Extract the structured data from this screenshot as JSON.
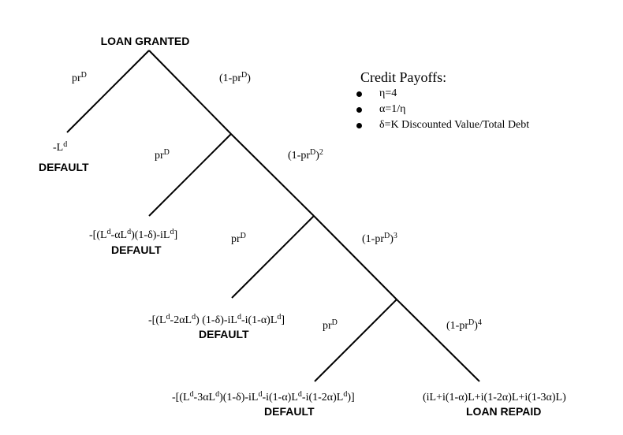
{
  "root": {
    "label": "LOAN GRANTED"
  },
  "branches": {
    "p1_default": "pr",
    "p1_default_sup": "D",
    "p1_continue": "(1-pr",
    "p1_continue_sup": "D",
    "p1_continue_end": ")",
    "p2_default": "pr",
    "p2_default_sup": "D",
    "p2_continue": "(1-pr",
    "p2_continue_sup": "D",
    "p2_continue_end": ")",
    "p2_continue_pow": "2",
    "p3_default": "pr",
    "p3_default_sup": "D",
    "p3_continue": "(1-pr",
    "p3_continue_sup": "D",
    "p3_continue_end": ")",
    "p3_continue_pow": "3",
    "p4_default": "pr",
    "p4_default_sup": "D",
    "p4_continue": "(1-pr",
    "p4_continue_sup": "D",
    "p4_continue_end": ")",
    "p4_continue_pow": "4"
  },
  "outcomes": {
    "o1": {
      "payoff_a": "-L",
      "payoff_sup": "d",
      "status": "DEFAULT"
    },
    "o2": {
      "t1": "-[(L",
      "s1": "d",
      "t2": "-αL",
      "s2": "d",
      "t3": ")(1-δ)-iL",
      "s3": "d",
      "t4": "]",
      "status": "DEFAULT"
    },
    "o3": {
      "t1": "-[(L",
      "s1": "d",
      "t2": "-2αL",
      "s2": "d",
      "t3": ") (1-δ)-iL",
      "s3": "d",
      "t4": "-i(1-α)L",
      "s4": "d",
      "t5": "]",
      "status": "DEFAULT"
    },
    "o4": {
      "t1": "-[(L",
      "s1": "d",
      "t2": "-3αL",
      "s2": "d",
      "t3": ")(1-δ)-iL",
      "s3": "d",
      "t4": "-i(1-α)L",
      "s4": "d",
      "t5": "-i(1-2α)L",
      "s5": "d",
      "t6": ")]",
      "status": "DEFAULT"
    },
    "repaid": {
      "payoff": "(iL+i(1-α)L+i(1-2α)L+i(1-3α)L)",
      "status": "LOAN REPAID"
    }
  },
  "legend": {
    "title": "Credit Payoffs:",
    "items": [
      "η=4",
      "α=1/η",
      "δ=K Discounted Value/Total Debt"
    ]
  }
}
